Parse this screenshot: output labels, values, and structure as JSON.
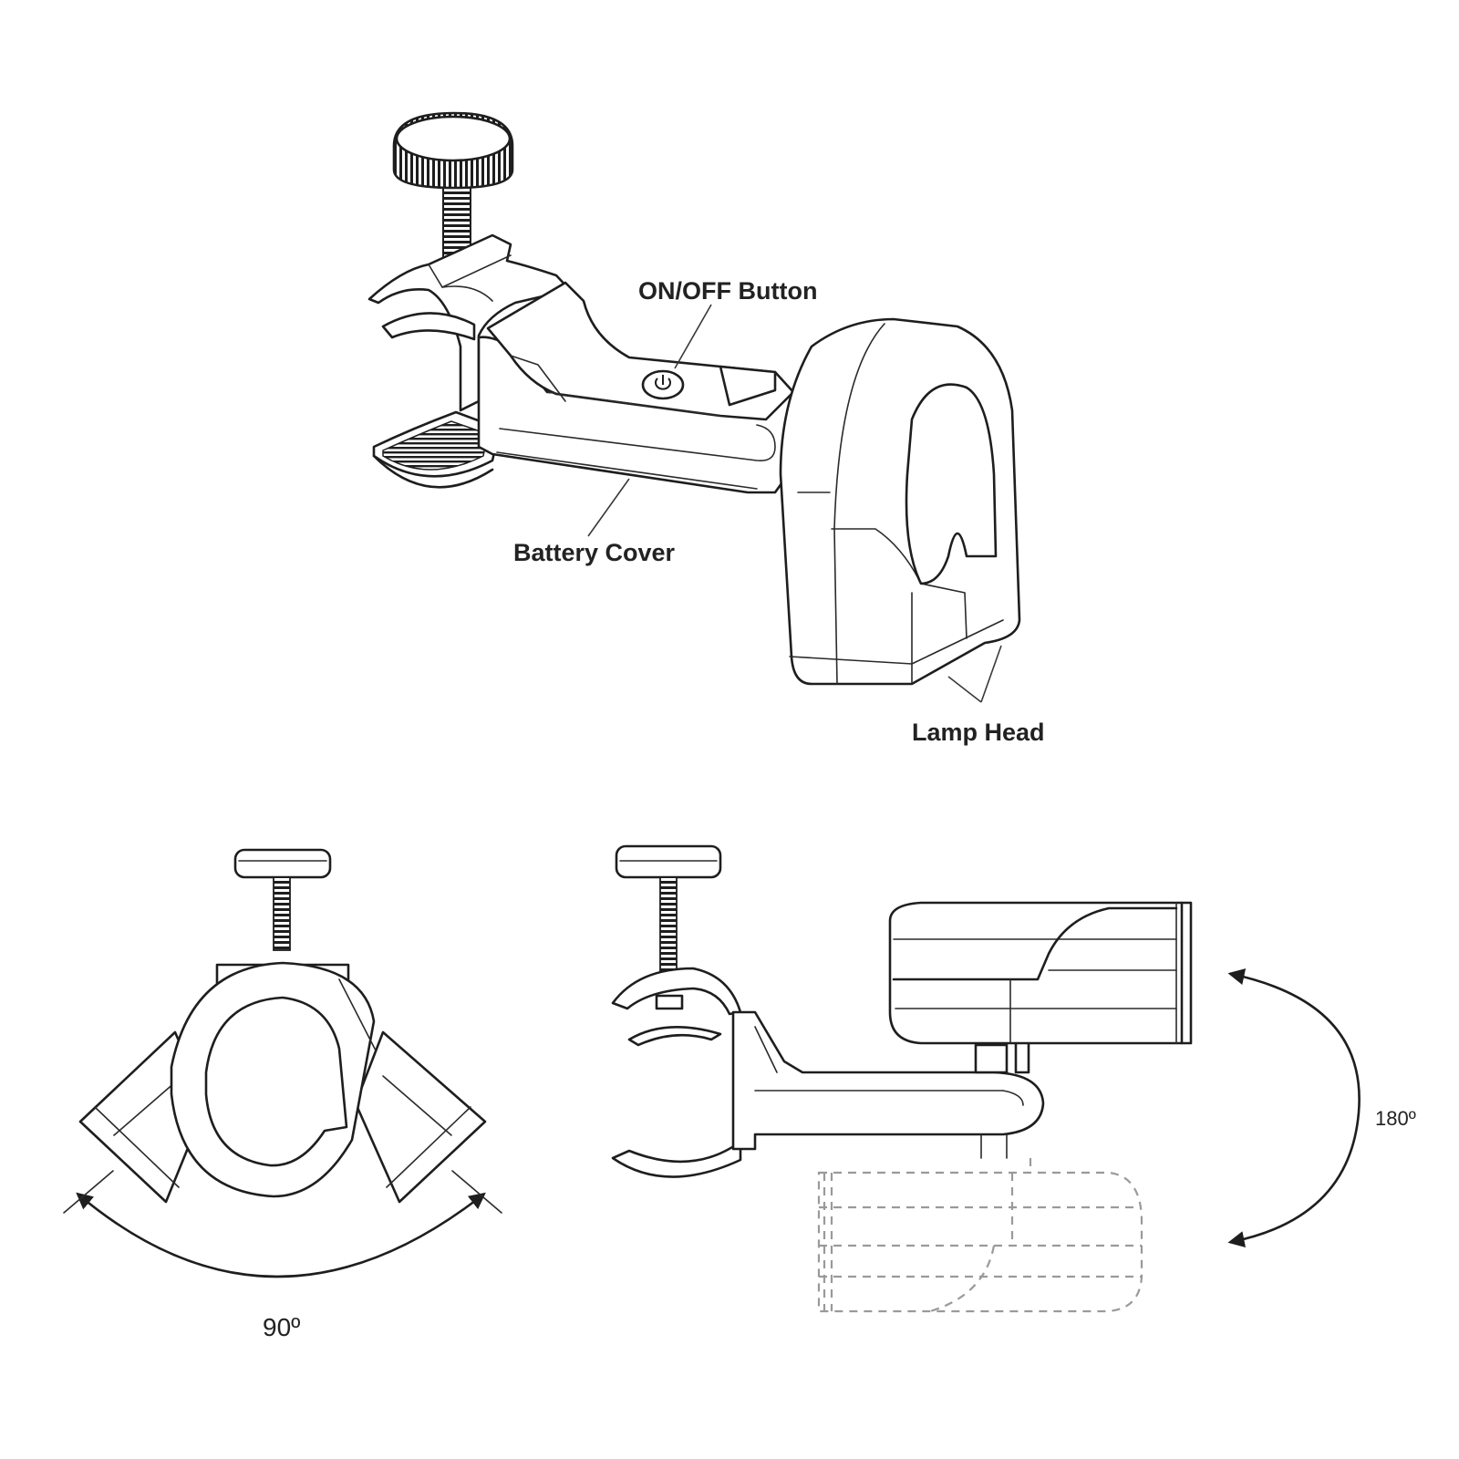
{
  "labels": {
    "on_off_button": "ON/OFF Button",
    "battery_cover": "Battery Cover",
    "lamp_head": "Lamp Head"
  },
  "angles": {
    "rotation_90": "90º",
    "rotation_180": "180º"
  },
  "colors": {
    "line": "#1e1e1e",
    "ghost_dashed": "#9a9a9a",
    "background": "#ffffff"
  },
  "icons": {
    "power_button": "power-icon",
    "thumb_screw": "knurled-knob",
    "rotation_arrow": "curved-double-arrow"
  }
}
